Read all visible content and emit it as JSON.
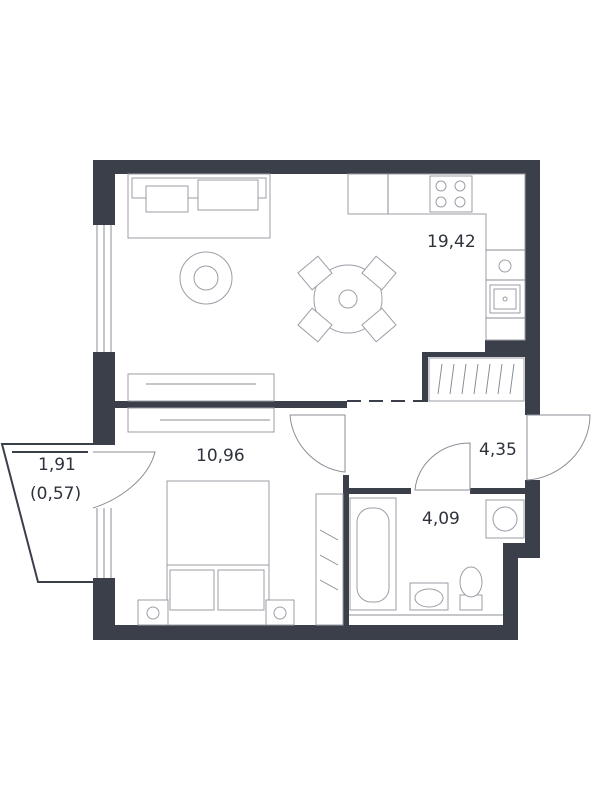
{
  "rooms": {
    "living_kitchen": {
      "area": "19,42"
    },
    "bedroom": {
      "area": "10,96"
    },
    "hallway": {
      "area": "4,35"
    },
    "bathroom": {
      "area": "4,09"
    },
    "balcony": {
      "area": "1,91",
      "reduced_area": "(0,57)"
    }
  },
  "colors": {
    "wall": "#3a3f4a",
    "furniture_stroke": "#9a9ea6",
    "text": "#2e323b"
  }
}
